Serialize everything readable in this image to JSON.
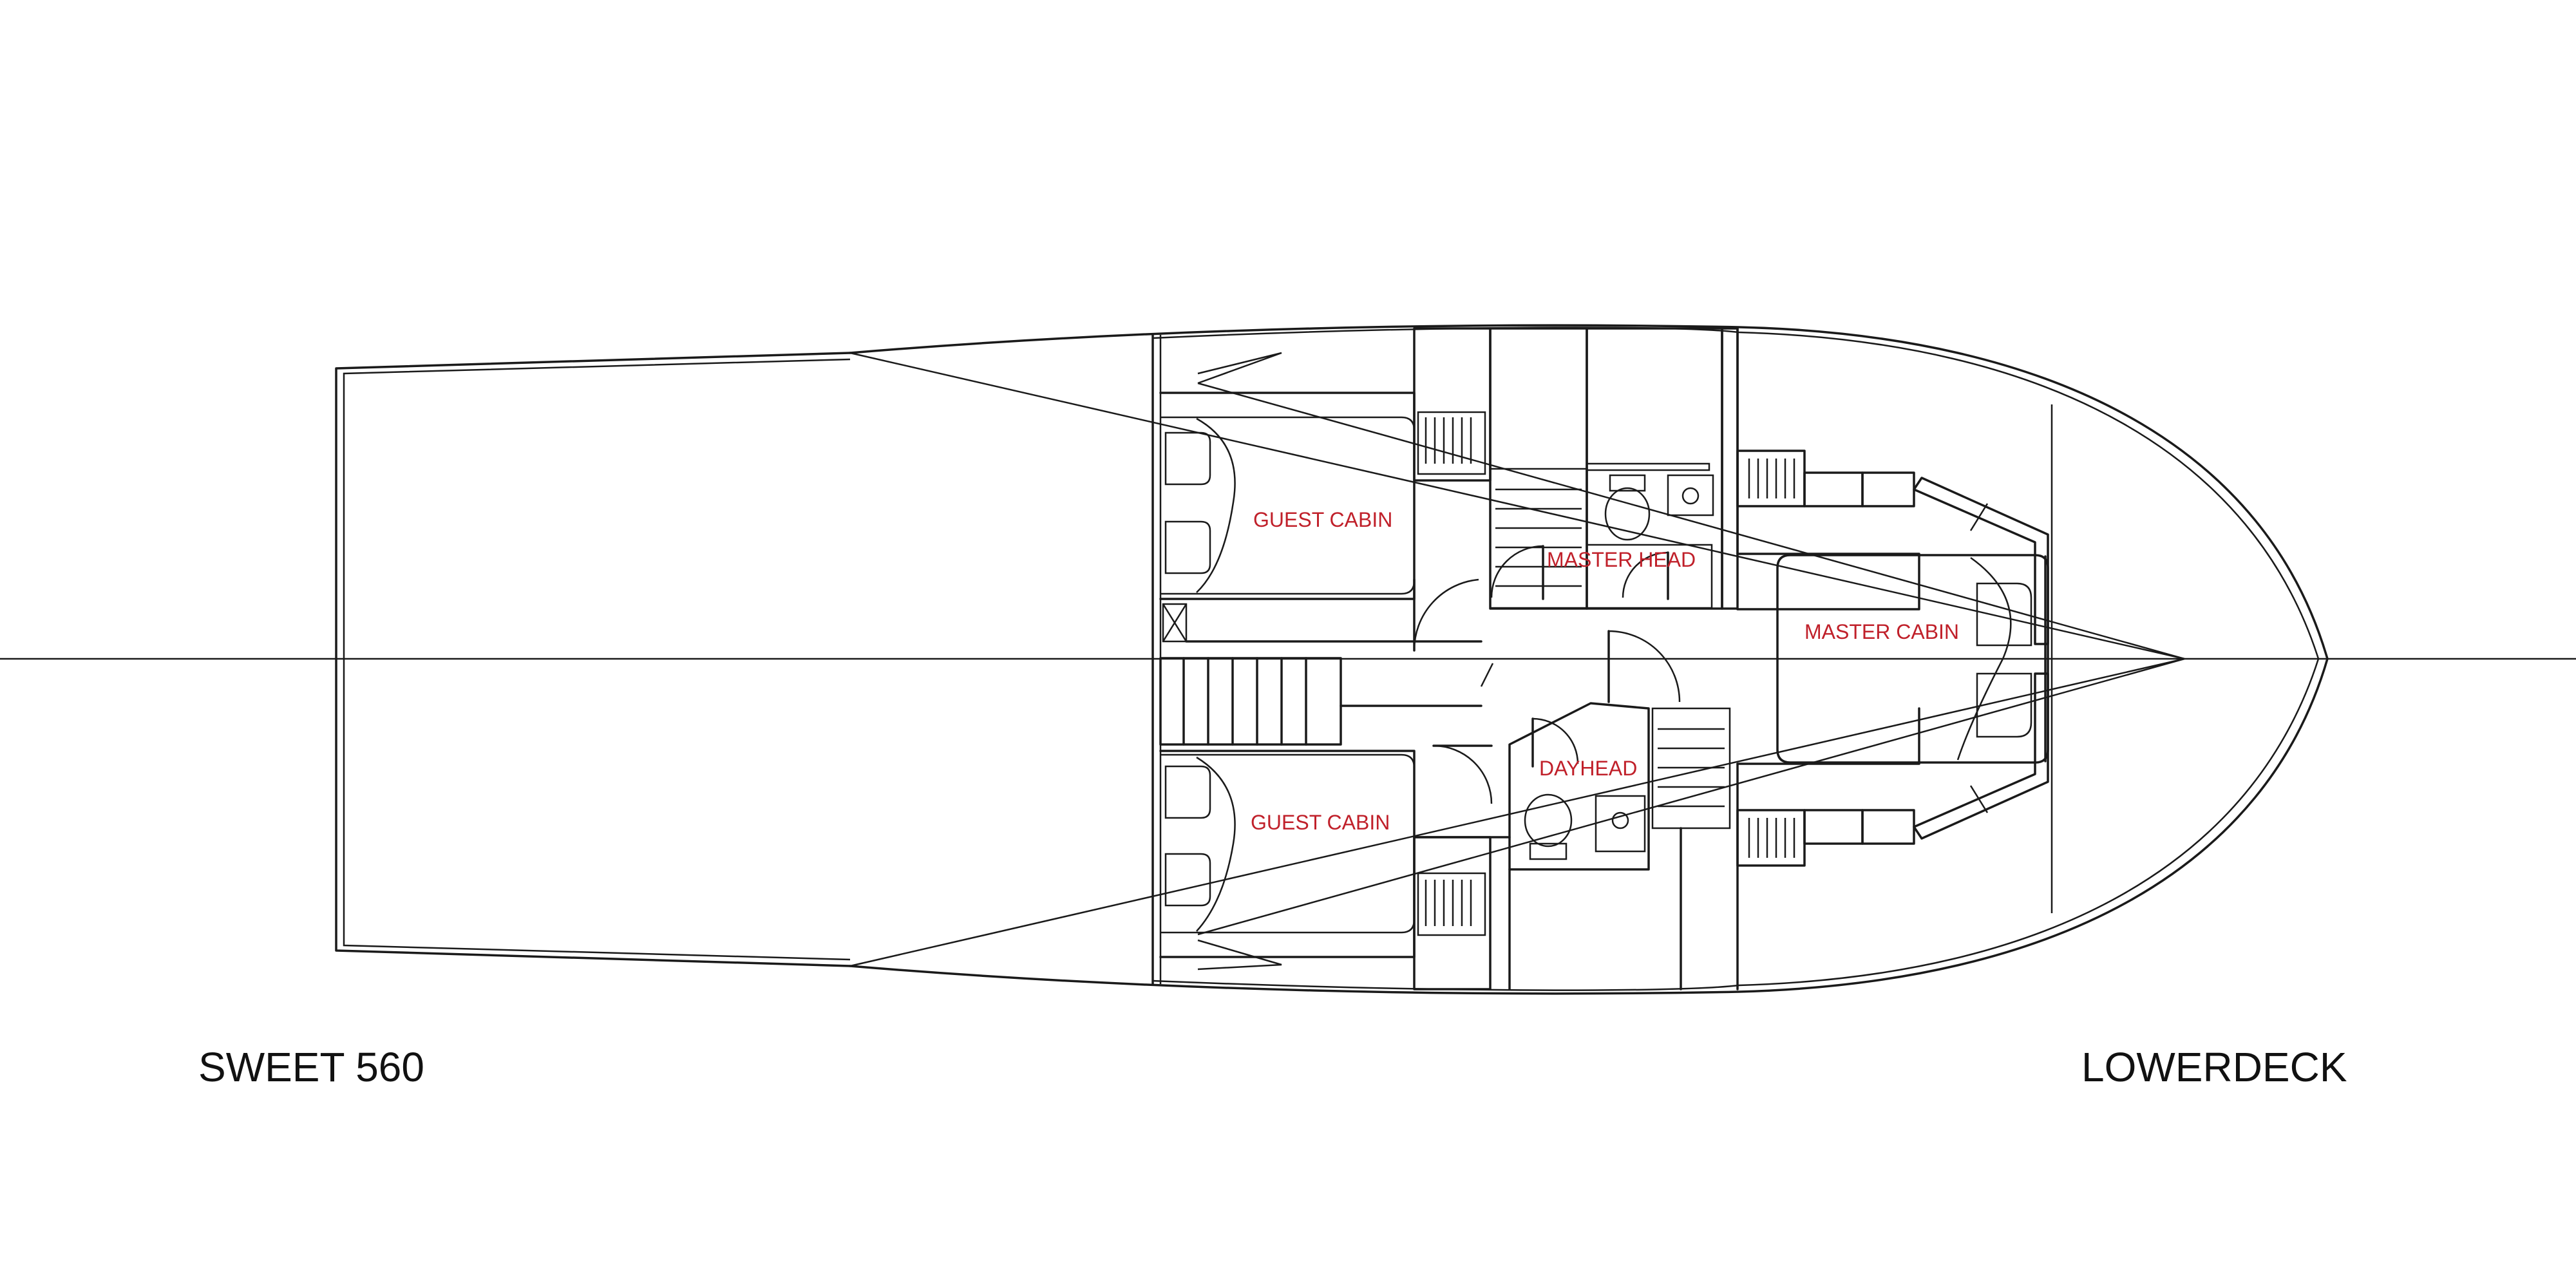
{
  "titles": {
    "model": "SWEET 560",
    "deck": "LOWERDECK"
  },
  "rooms": {
    "guest_cabin_port": "GUEST CABIN",
    "guest_cabin_starboard": "GUEST CABIN",
    "master_head": "MASTER HEAD",
    "dayhead": "DAYHEAD",
    "master_cabin": "MASTER CABIN"
  },
  "colors": {
    "line": "#1a1a1a",
    "room_label": "#c0202a",
    "background": "#ffffff"
  }
}
